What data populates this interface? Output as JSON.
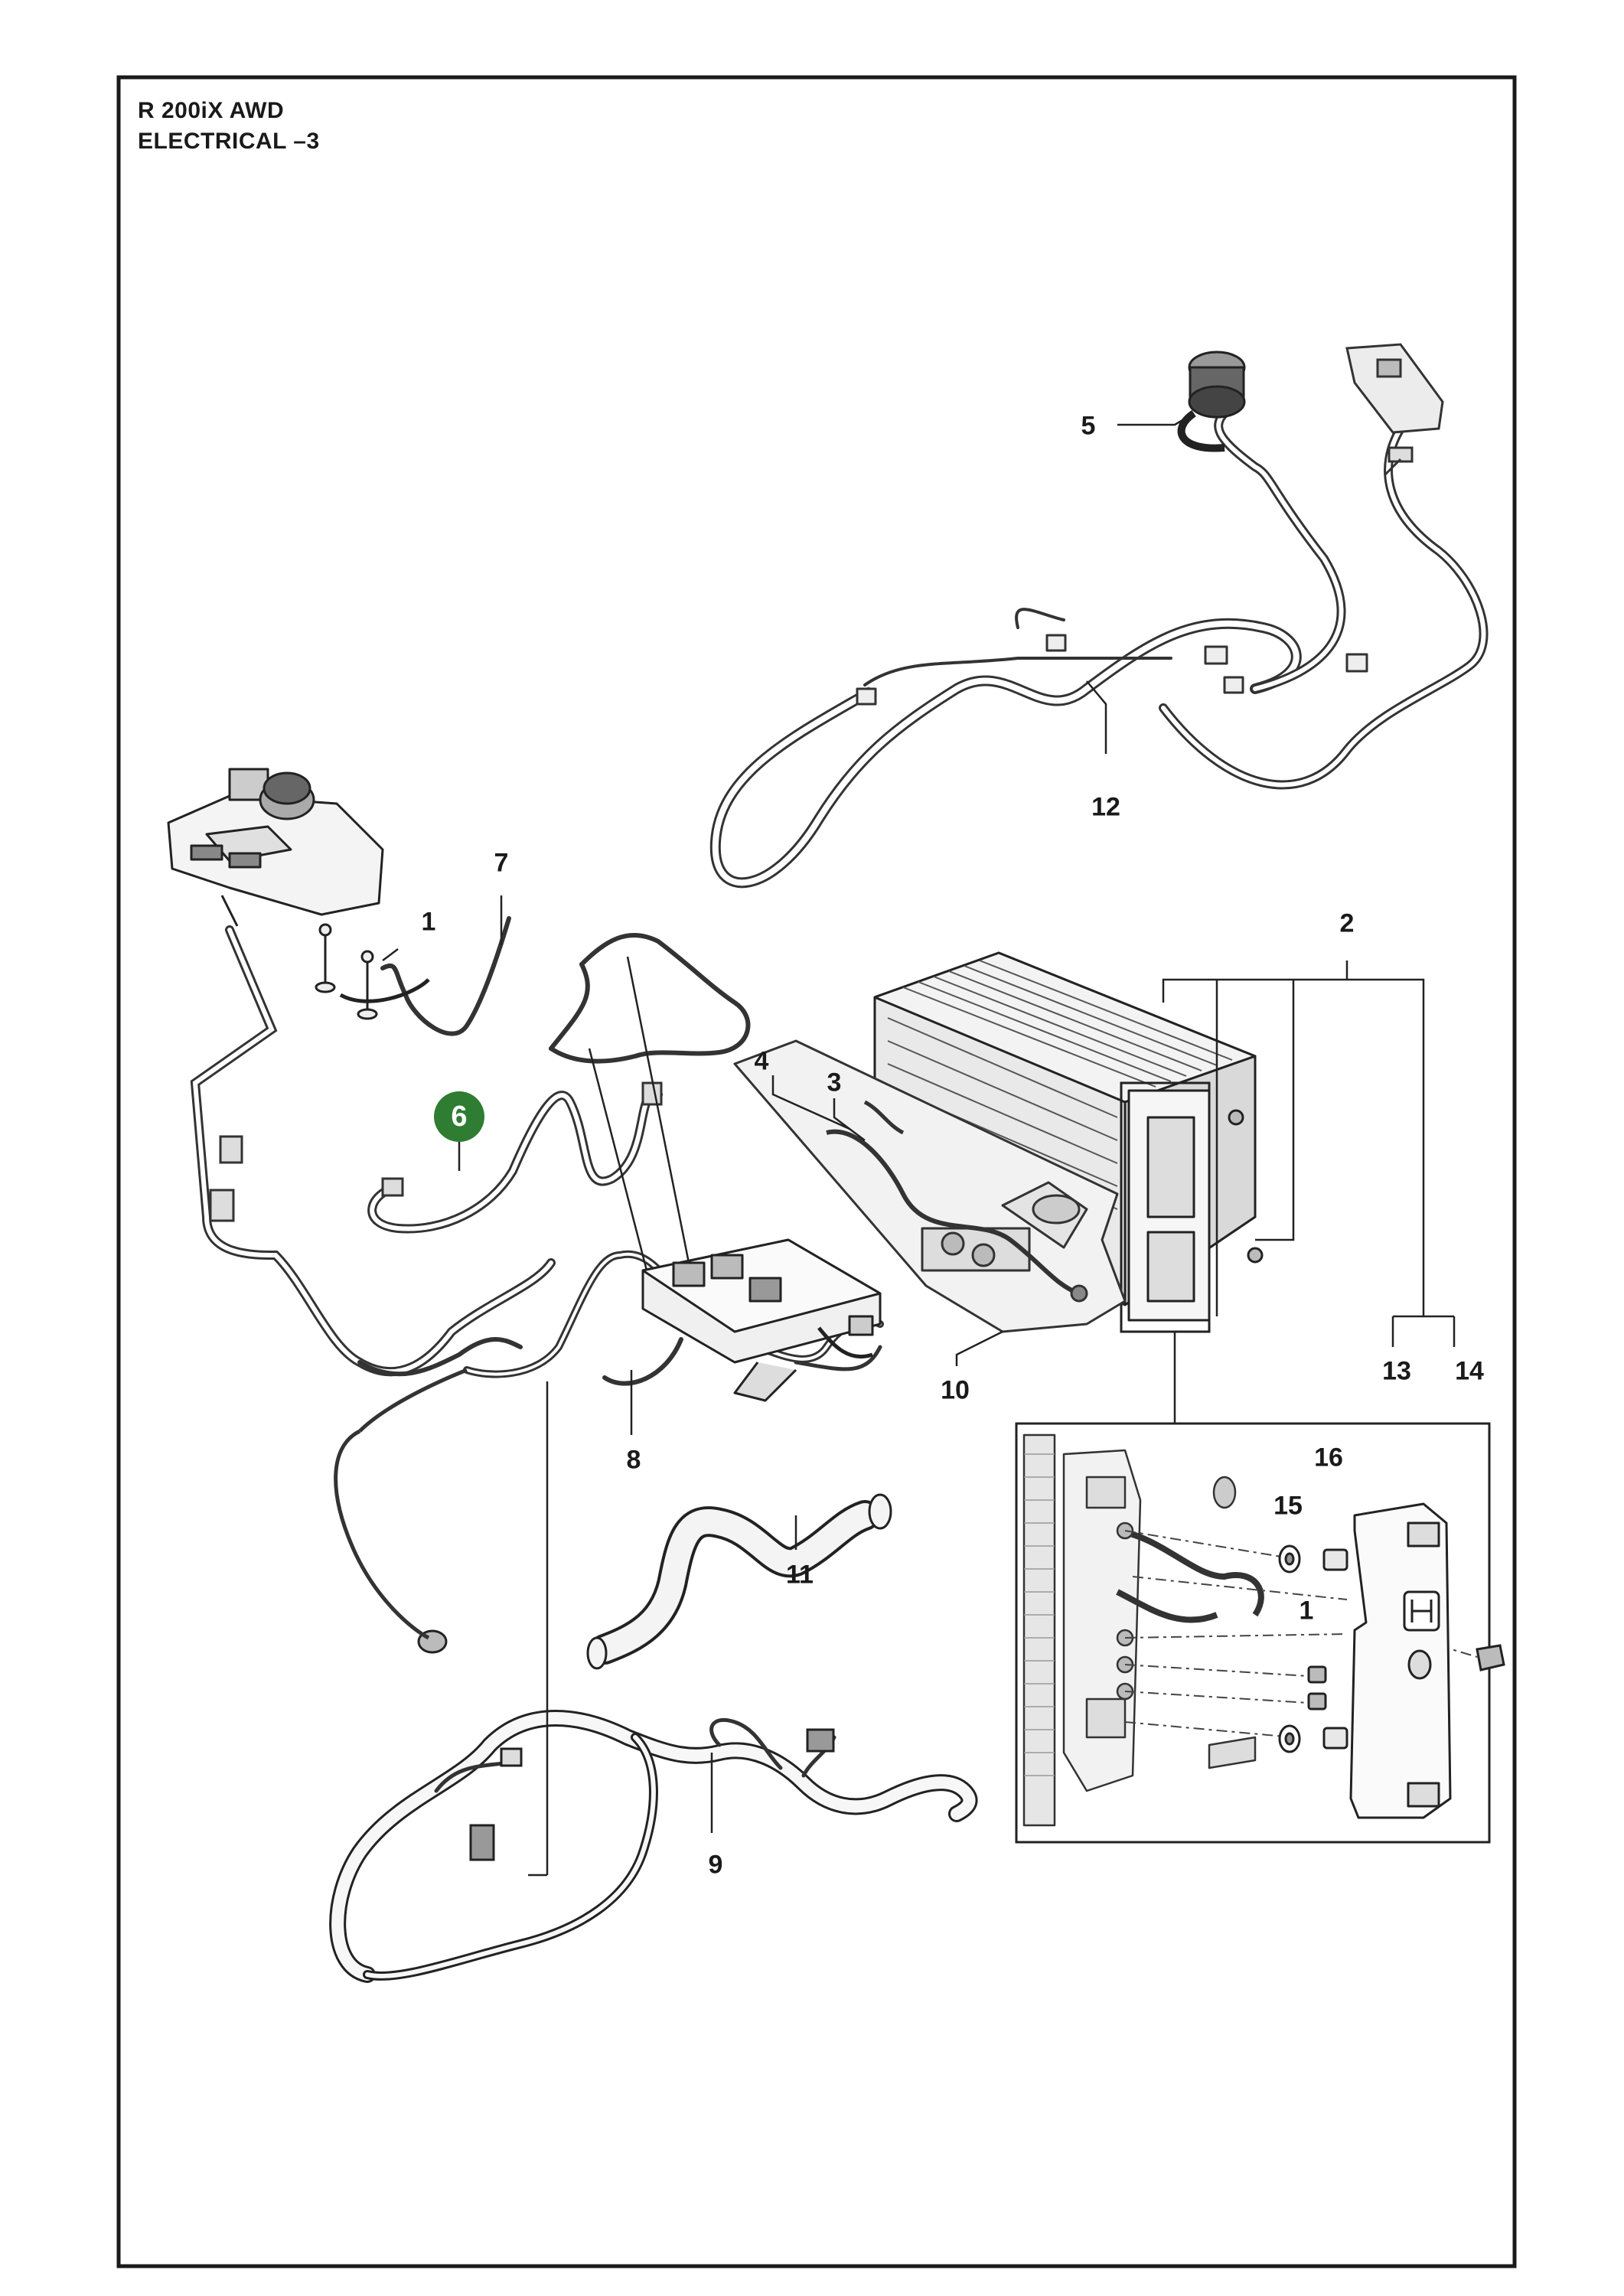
{
  "header": {
    "title_line1": "R 200iX AWD",
    "title_line2": "ELECTRICAL –3"
  },
  "callouts": {
    "c1": "1",
    "c2": "2",
    "c3": "3",
    "c4": "4",
    "c5": "5",
    "c6": "6",
    "c7": "7",
    "c8": "8",
    "c9": "9",
    "c10": "10",
    "c11": "11",
    "c12": "12",
    "c13": "13",
    "c14": "14",
    "c15": "15",
    "c16": "16",
    "c1_detail": "1"
  },
  "colors": {
    "highlight": "#2e7d32",
    "line": "#1a1a1a",
    "part_fill": "#f4f4f4"
  }
}
